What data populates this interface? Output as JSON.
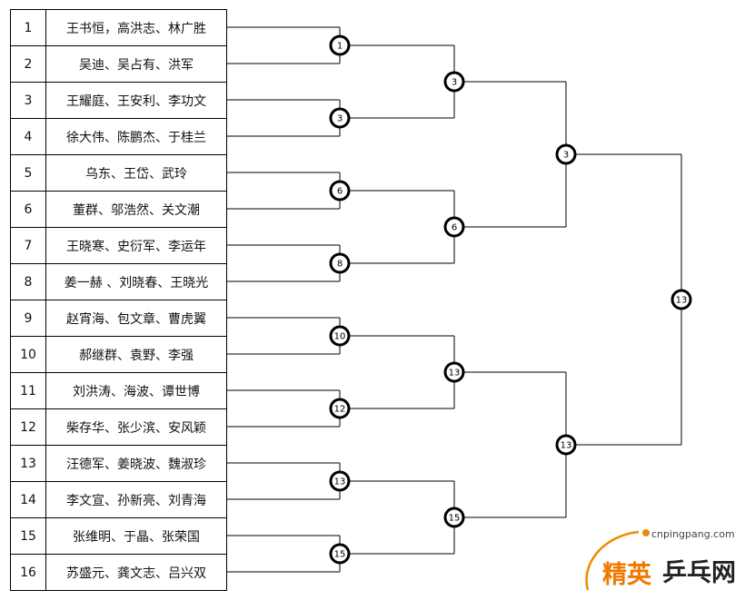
{
  "entries": [
    {
      "seed": "1",
      "team": "王书恒，高洪志、林广胜"
    },
    {
      "seed": "2",
      "team": "吴迪、吴占有、洪军"
    },
    {
      "seed": "3",
      "team": "王耀庭、王安利、李功文"
    },
    {
      "seed": "4",
      "team": "徐大伟、陈鹏杰、于桂兰"
    },
    {
      "seed": "5",
      "team": "乌东、王岱、武玲"
    },
    {
      "seed": "6",
      "team": "董群、邬浩然、关文潮"
    },
    {
      "seed": "7",
      "team": "王晓寒、史衍军、李运年"
    },
    {
      "seed": "8",
      "team": "姜一赫 、刘晓春、王晓光"
    },
    {
      "seed": "9",
      "team": "赵宵海、包文章、曹虎翼"
    },
    {
      "seed": "10",
      "team": "郝继群、袁野、李强"
    },
    {
      "seed": "11",
      "team": "刘洪涛、海波、谭世博"
    },
    {
      "seed": "12",
      "team": "柴存华、张少滨、安风颖"
    },
    {
      "seed": "13",
      "team": "汪德军、姜晓波、魏淑珍"
    },
    {
      "seed": "14",
      "team": "李文宣、孙新亮、刘青海"
    },
    {
      "seed": "15",
      "team": "张维明、于晶、张荣国"
    },
    {
      "seed": "16",
      "team": "苏盛元、龚文志、吕兴双"
    }
  ],
  "rounds": [
    [
      "1",
      "3",
      "6",
      "8",
      "10",
      "12",
      "13",
      "15"
    ],
    [
      "3",
      "6",
      "13",
      "15"
    ],
    [
      "3",
      "13"
    ],
    [
      "13"
    ]
  ],
  "watermark": {
    "site": "cnpingpang.com",
    "brand_a": "精英",
    "brand_b": "乒乓网"
  }
}
